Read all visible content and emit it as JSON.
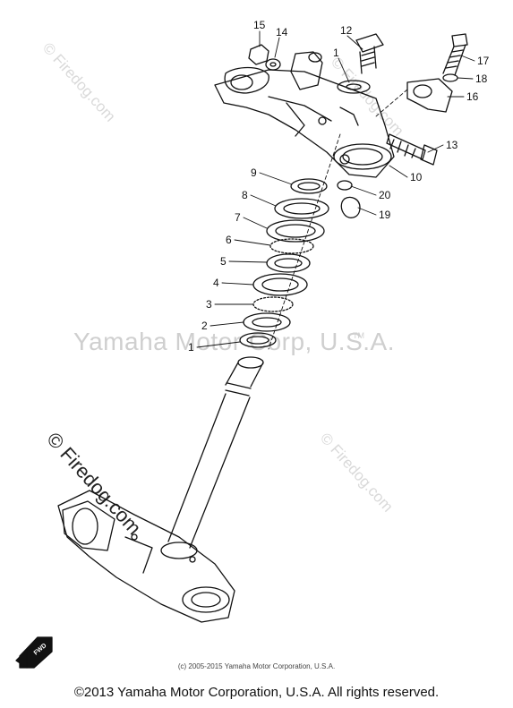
{
  "callouts": {
    "c1a": "1",
    "c2": "2",
    "c3": "3",
    "c4": "4",
    "c5": "5",
    "c6": "6",
    "c7": "7",
    "c8": "8",
    "c9": "9",
    "c10": "10",
    "c1b": "1",
    "c12": "12",
    "c13": "13",
    "c14": "14",
    "c15": "15",
    "c16": "16",
    "c17": "17",
    "c18": "18",
    "c19": "19",
    "c20": "20"
  },
  "watermarks": {
    "main": "Yamaha Motor Corp, U.S.A.",
    "tm": "TM",
    "firedog_1": "© Firedog.com",
    "firedog_2": "© Firedog.com",
    "firedog_3": "© Firedog.com",
    "firedog_4": "© Firedog.com"
  },
  "fwd_label": "FWD",
  "small_copyright": "(c) 2005-2015 Yamaha Motor Corporation, U.S.A.",
  "footer": "©2013 Yamaha Motor Corporation, U.S.A. All rights reserved."
}
